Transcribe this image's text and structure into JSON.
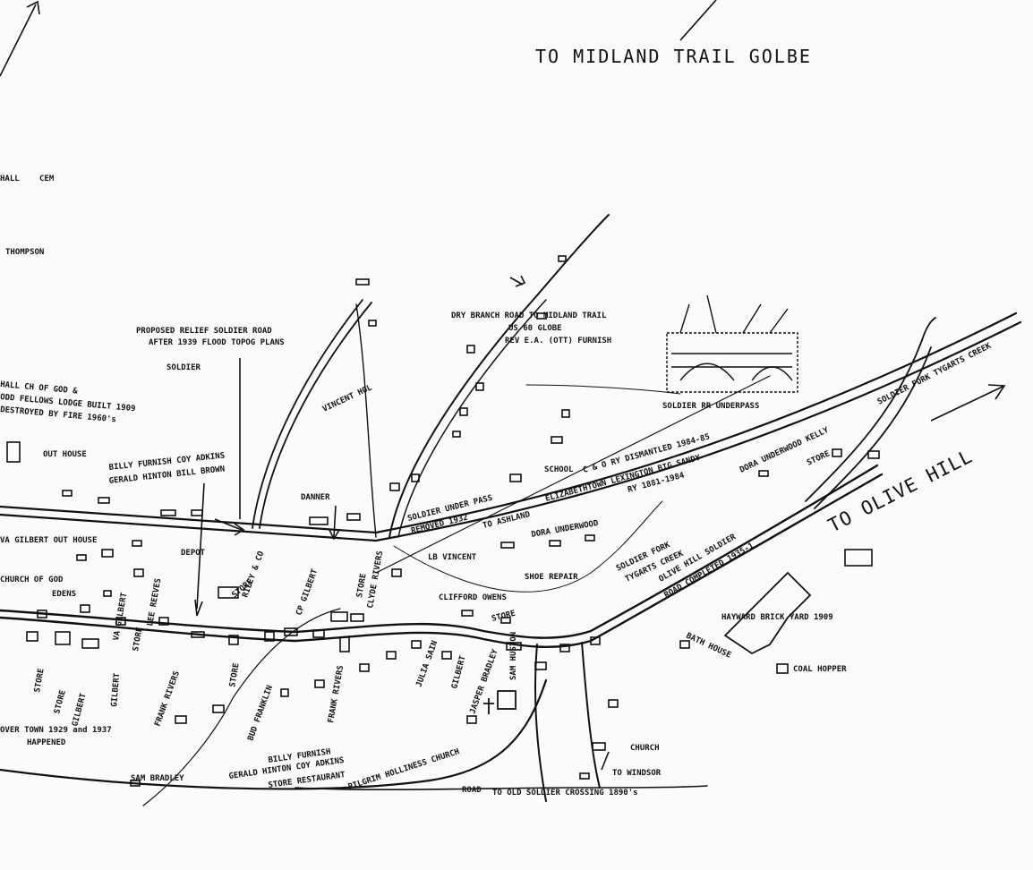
{
  "labels": {
    "to_midland_trail": "TO MIDLAND TRAIL GOLBE",
    "to_olive_hill": "TO OLIVE HILL",
    "soldier_fork_tygarts_creek": "SOLDIER FORK TYGARTS CREEK",
    "proposed_relief_road": "PROPOSED RELIEF SOLDIER ROAD",
    "after_flood": "AFTER 1939 FLOOD TOPOG PLANS",
    "soldier": "SOLDIER",
    "dry_branch_road": "DRY BRANCH ROAD TO MIDLAND TRAIL",
    "us60_globe": "US 60  GLOBE",
    "rev_furnish": "REV E.A. (OTT) FURNISH",
    "vincent_hol": "VINCENT HOL",
    "soldier_underpass_label": "SOLDIER RR UNDERPASS",
    "dora_underwood_kelly": "DORA UNDERWOOD KELLY",
    "store_ne": "STORE",
    "cem": "CEM",
    "thompson": "THOMPSON",
    "hall_church": "HALL CH OF GOD &",
    "odd_fellows": "ODD FELLOWS LODGE BUILT 1909",
    "destroyed_fire": "DESTROYED BY FIRE 1960's",
    "out_house_w": "OUT HOUSE",
    "billy_furnish_top": "BILLY FURNISH COY ADKINS",
    "gerald_hinton": "GERALD HINTON BILL BROWN",
    "danner": "DANNER",
    "school": "SCHOOL",
    "c_o_ry": "C & O RY DISMANTLED 1984-85",
    "elizabethtown": "ELIZABETHTOWN LEXINGTON BIG SANDY",
    "ry_dates": "RY 1881-1984",
    "soldier_underpass_removed": "SOLDIER UNDER PASS",
    "removed_1932": "REMOVED 1932",
    "to_ashland": "TO ASHLAND",
    "dora_underwood": "DORA UNDERWOOD",
    "soldier_fork_tygarts_2a": "SOLDIER FORK",
    "soldier_fork_tygarts_2b": "TYGARTS CREEK",
    "olive_hill_soldier_road": "OLIVE HILL SOLDIER",
    "road_completed": "ROAD COMPLETED 1935-1",
    "va_gilbert_out_house": "VA GILBERT  OUT HOUSE",
    "depot": "DEPOT",
    "church_of_god": "CHURCH OF GOD",
    "edens": "EDENS",
    "va_gilbert": "VA GILBERT",
    "lee_reeves": "LEE REEVES",
    "store": "STORE",
    "store_depot": "STORE",
    "riley_co": "RILEY & CO",
    "cp_gilbert": "CP GILBERT",
    "clyde_rivers": "CLYDE RIVERS",
    "store_rivers": "STORE",
    "lb_vincent": "LB VINCENT",
    "shoe_repair": "SHOE REPAIR",
    "clifford_owens": "CLIFFORD OWENS",
    "store_owens": "STORE",
    "hayward_brick": "HAYWARD BRICK YARD 1909",
    "bath_house": "BATH HOUSE",
    "coal_hopper": "COAL HOPPER",
    "frank_rivers": "FRANK RIVERS",
    "julia_sain": "JULIA SAIN",
    "gilbert": "GILBERT",
    "jasper_bradley": "JASPER BRADLEY",
    "sam_huston": "SAM HUSTON",
    "store_sw1": "STORE",
    "gilbert_sw": "GILBERT",
    "frank_rivers_sw": "FRANK RIVERS",
    "store_sw2": "STORE",
    "cp_gilbert_sw": "GILBERT",
    "bud_franklin": "BUD FRANKLIN",
    "store_b": "STORE",
    "billy_furnish_bottom": "BILLY FURNISH",
    "gerald_hinton_bottom": "GERALD HINTON COY ADKINS",
    "store_restaurant": "STORE RESTAURANT",
    "pilgrim_church": "PILGRIM HOLLINESS CHURCH",
    "church_e": "CHURCH",
    "to_windsor": "TO WINDSOR",
    "road_old_soldier": "ROAD",
    "to_old_soldier": "TO OLD SOLDIER CROSSING 1890's",
    "sam_bradley": "SAM BRADLEY",
    "flood_town": "OVER TOWN 1929 and 1937",
    "flood_happened": "HAPPENED",
    "wl_hall": "HALL"
  }
}
